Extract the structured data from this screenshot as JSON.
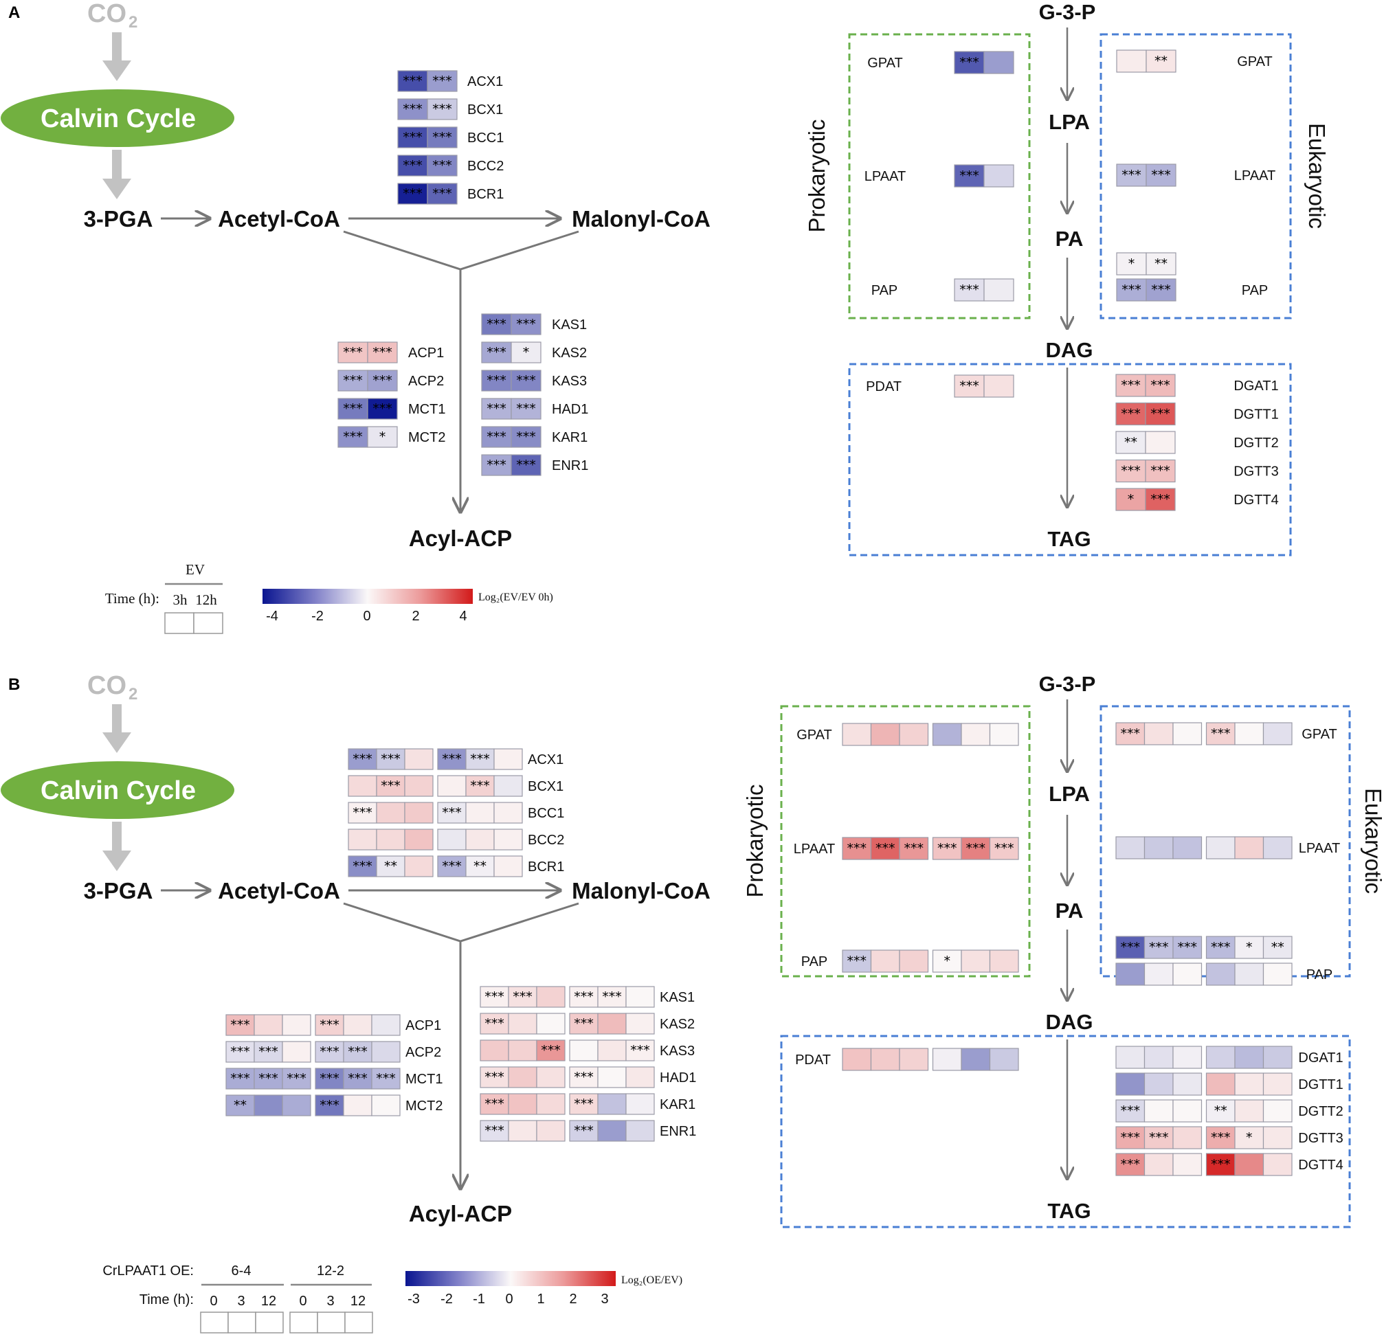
{
  "panels": [
    {
      "letter": "A",
      "co2": "CO",
      "co2_sub": "2",
      "calvin": "Calvin Cycle",
      "pga": "3-PGA",
      "acetyl": "Acetyl-CoA",
      "malonyl": "Malonyl-CoA",
      "acyl": "Acyl-ACP",
      "g3p": "G-3-P",
      "lpa": "LPA",
      "pa": "PA",
      "dag": "DAG",
      "tag": "TAG",
      "prokaryotic": "Prokaryotic",
      "eukaryotic": "Eukaryotic",
      "legend": {
        "group_label": "EV",
        "time_label": "Time (h):",
        "time_ticks": [
          "3h",
          "12h"
        ],
        "scale_label": "Log₂(EV/EV 0h)",
        "scale_ticks": [
          "-4",
          "-2",
          "0",
          "2",
          "4"
        ],
        "scale_range": [
          -4,
          4
        ]
      },
      "heatmaps": {
        "acetyl_group": [
          {
            "gene": "ACX1",
            "v": [
              -3.0,
              -1.6
            ],
            "s": [
              "***",
              "***"
            ]
          },
          {
            "gene": "BCX1",
            "v": [
              -1.8,
              -0.8
            ],
            "s": [
              "***",
              "***"
            ]
          },
          {
            "gene": "BCC1",
            "v": [
              -3.0,
              -2.2
            ],
            "s": [
              "***",
              "***"
            ]
          },
          {
            "gene": "BCC2",
            "v": [
              -3.0,
              -2.0
            ],
            "s": [
              "***",
              "***"
            ]
          },
          {
            "gene": "BCR1",
            "v": [
              -3.8,
              -2.6
            ],
            "s": [
              "***",
              "***"
            ]
          }
        ],
        "acp_group": [
          {
            "gene": "ACP1",
            "v": [
              0.9,
              1.0
            ],
            "s": [
              "***",
              "***"
            ]
          },
          {
            "gene": "ACP2",
            "v": [
              -1.3,
              -1.5
            ],
            "s": [
              "***",
              "***"
            ]
          },
          {
            "gene": "MCT1",
            "v": [
              -2.2,
              -3.9
            ],
            "s": [
              "***",
              "***"
            ]
          },
          {
            "gene": "MCT2",
            "v": [
              -1.8,
              -0.3
            ],
            "s": [
              "***",
              "*"
            ]
          }
        ],
        "kas_group": [
          {
            "gene": "KAS1",
            "v": [
              -2.2,
              -1.8
            ],
            "s": [
              "***",
              "***"
            ]
          },
          {
            "gene": "KAS2",
            "v": [
              -1.4,
              -0.2
            ],
            "s": [
              "***",
              "*"
            ]
          },
          {
            "gene": "KAS3",
            "v": [
              -2.0,
              -2.0
            ],
            "s": [
              "***",
              "***"
            ]
          },
          {
            "gene": "HAD1",
            "v": [
              -1.2,
              -1.2
            ],
            "s": [
              "***",
              "***"
            ]
          },
          {
            "gene": "KAR1",
            "v": [
              -1.7,
              -1.9
            ],
            "s": [
              "***",
              "***"
            ]
          },
          {
            "gene": "ENR1",
            "v": [
              -1.4,
              -2.6
            ],
            "s": [
              "***",
              "***"
            ]
          }
        ],
        "prok_gpat": {
          "gene": "GPAT",
          "v": [
            -2.8,
            -1.6
          ],
          "s": [
            "***",
            ""
          ]
        },
        "prok_lpaat": {
          "gene": "LPAAT",
          "v": [
            -2.6,
            -0.6
          ],
          "s": [
            "***",
            ""
          ]
        },
        "prok_pap": {
          "gene": "PAP",
          "v": [
            -0.4,
            -0.2
          ],
          "s": [
            "***",
            ""
          ]
        },
        "prok_pdat": {
          "gene": "PDAT",
          "v": [
            0.5,
            0.4
          ],
          "s": [
            "***",
            ""
          ]
        },
        "euk_gpat": {
          "gene": "GPAT",
          "v": [
            0.2,
            0.3
          ],
          "s": [
            "",
            "**"
          ]
        },
        "euk_lpaat": {
          "gene": "LPAAT",
          "v": [
            -1.0,
            -1.2
          ],
          "s": [
            "***",
            "***"
          ]
        },
        "euk_pap_a": {
          "v": [
            -0.1,
            -0.1
          ],
          "s": [
            "*",
            "**"
          ]
        },
        "euk_pap_b": {
          "gene": "PAP",
          "v": [
            -1.3,
            -1.5
          ],
          "s": [
            "***",
            "***"
          ]
        },
        "dgat": [
          {
            "gene": "DGAT1",
            "v": [
              1.0,
              1.1
            ],
            "s": [
              "***",
              "***"
            ]
          },
          {
            "gene": "DGTT1",
            "v": [
              2.6,
              2.9
            ],
            "s": [
              "***",
              "***"
            ]
          },
          {
            "gene": "DGTT2",
            "v": [
              -0.2,
              0.1
            ],
            "s": [
              "**",
              ""
            ]
          },
          {
            "gene": "DGTT3",
            "v": [
              0.9,
              1.0
            ],
            "s": [
              "***",
              "***"
            ]
          },
          {
            "gene": "DGTT4",
            "v": [
              1.5,
              2.7
            ],
            "s": [
              "*",
              "***"
            ]
          }
        ]
      }
    },
    {
      "letter": "B",
      "co2": "CO",
      "co2_sub": "2",
      "calvin": "Calvin Cycle",
      "pga": "3-PGA",
      "acetyl": "Acetyl-CoA",
      "malonyl": "Malonyl-CoA",
      "acyl": "Acyl-ACP",
      "g3p": "G-3-P",
      "lpa": "LPA",
      "pa": "PA",
      "dag": "DAG",
      "tag": "TAG",
      "prokaryotic": "Prokaryotic",
      "eukaryotic": "Eukaryotic",
      "legend": {
        "group_title": "CrLPAAT1 OE:",
        "groups": [
          "6-4",
          "12-2"
        ],
        "time_label": "Time (h):",
        "time_ticks": [
          "0",
          "3",
          "12",
          "0",
          "3",
          "12"
        ],
        "scale_label": "Log₂(OE/EV)",
        "scale_ticks": [
          "-3",
          "-2",
          "-1",
          "0",
          "1",
          "2",
          "3"
        ],
        "scale_range": [
          -3,
          3
        ]
      },
      "heatmaps": {
        "acetyl_group": [
          {
            "gene": "ACX1",
            "v": [
              -1.2,
              -0.6,
              0.3,
              -1.3,
              -0.4,
              0.1
            ],
            "s": [
              "***",
              "***",
              "",
              "***",
              "***",
              ""
            ]
          },
          {
            "gene": "BCX1",
            "v": [
              0.4,
              0.6,
              0.5,
              0.1,
              0.5,
              -0.2
            ],
            "s": [
              "",
              "***",
              "",
              "",
              "***",
              ""
            ]
          },
          {
            "gene": "BCC1",
            "v": [
              0.1,
              0.5,
              0.6,
              -0.2,
              0.1,
              0.1
            ],
            "s": [
              "***",
              "",
              "",
              "***",
              "",
              ""
            ]
          },
          {
            "gene": "BCC2",
            "v": [
              0.3,
              0.4,
              0.7,
              -0.2,
              0.2,
              0.1
            ],
            "s": [
              "",
              "",
              "",
              "",
              "",
              ""
            ]
          },
          {
            "gene": "BCR1",
            "v": [
              -1.4,
              -0.2,
              0.4,
              -0.9,
              -0.1,
              0.1
            ],
            "s": [
              "***",
              "**",
              "",
              "***",
              "**",
              ""
            ]
          }
        ],
        "acp_group": [
          {
            "gene": "ACP1",
            "v": [
              0.8,
              0.4,
              0.1,
              0.5,
              0.2,
              -0.2
            ],
            "s": [
              "***",
              "",
              "",
              "***",
              "",
              ""
            ]
          },
          {
            "gene": "ACP2",
            "v": [
              -0.3,
              -0.4,
              0.1,
              -0.5,
              -0.6,
              -0.4
            ],
            "s": [
              "***",
              "***",
              "",
              "***",
              "***",
              ""
            ]
          },
          {
            "gene": "MCT1",
            "v": [
              -1.0,
              -1.0,
              -0.9,
              -1.5,
              -1.1,
              -0.8
            ],
            "s": [
              "***",
              "***",
              "***",
              "***",
              "***",
              "***"
            ]
          },
          {
            "gene": "MCT2",
            "v": [
              -1.0,
              -1.4,
              -1.0,
              -1.7,
              0.1,
              0.0
            ],
            "s": [
              "**",
              "",
              "",
              "***",
              "",
              ""
            ]
          }
        ],
        "kas_group": [
          {
            "gene": "KAS1",
            "v": [
              0.1,
              0.3,
              0.5,
              0.1,
              0.1,
              0.0
            ],
            "s": [
              "***",
              "***",
              "",
              "***",
              "***",
              ""
            ]
          },
          {
            "gene": "KAS2",
            "v": [
              0.4,
              0.3,
              0.0,
              0.6,
              0.8,
              0.1
            ],
            "s": [
              "***",
              "",
              "",
              "***",
              "",
              ""
            ]
          },
          {
            "gene": "KAS3",
            "v": [
              0.6,
              0.5,
              1.3,
              0.0,
              0.2,
              0.1
            ],
            "s": [
              "",
              "",
              "***",
              "",
              "",
              "***"
            ]
          },
          {
            "gene": "HAD1",
            "v": [
              0.3,
              0.6,
              0.3,
              0.1,
              0.0,
              0.2
            ],
            "s": [
              "***",
              "",
              "",
              "***",
              "",
              ""
            ]
          },
          {
            "gene": "KAR1",
            "v": [
              0.7,
              0.7,
              0.4,
              0.4,
              -0.7,
              -0.1
            ],
            "s": [
              "***",
              "",
              "",
              "***",
              "",
              ""
            ]
          },
          {
            "gene": "ENR1",
            "v": [
              -0.3,
              0.2,
              0.3,
              -0.5,
              -1.2,
              -0.4
            ],
            "s": [
              "***",
              "",
              "",
              "***",
              "",
              ""
            ]
          }
        ],
        "prok_gpat": {
          "gene": "GPAT",
          "v": [
            0.3,
            0.9,
            0.5,
            -0.9,
            0.1,
            0.0
          ],
          "s": [
            "",
            "",
            "",
            "",
            "",
            ""
          ]
        },
        "prok_lpaat": {
          "gene": "LPAAT",
          "v": [
            1.4,
            2.0,
            1.3,
            0.7,
            1.6,
            0.6
          ],
          "s": [
            "***",
            "***",
            "***",
            "***",
            "***",
            "***"
          ]
        },
        "prok_pap": {
          "gene": "PAP",
          "v": [
            -0.6,
            0.4,
            0.5,
            0.0,
            0.3,
            0.4
          ],
          "s": [
            "***",
            "",
            "",
            "*",
            "",
            ""
          ]
        },
        "prok_pdat": {
          "gene": "PDAT",
          "v": [
            0.7,
            0.6,
            0.5,
            -0.1,
            -1.2,
            -0.6
          ],
          "s": [
            "",
            "",
            "",
            "",
            "",
            ""
          ]
        },
        "euk_gpat": {
          "gene": "GPAT",
          "v": [
            0.6,
            0.3,
            0.0,
            0.5,
            0.0,
            -0.3
          ],
          "s": [
            "***",
            "",
            "",
            "***",
            "",
            ""
          ]
        },
        "euk_lpaat": {
          "gene": "LPAAT",
          "v": [
            -0.4,
            -0.6,
            -0.7,
            -0.2,
            0.5,
            -0.4
          ],
          "s": [
            "",
            "",
            "",
            "",
            "",
            ""
          ]
        },
        "euk_pap_a": {
          "v": [
            -2.0,
            -0.7,
            -0.8,
            -0.8,
            -0.1,
            -0.2
          ],
          "s": [
            "***",
            "***",
            "***",
            "***",
            "*",
            "**"
          ]
        },
        "euk_pap_b": {
          "gene": "PAP",
          "v": [
            -1.2,
            -0.1,
            0.0,
            -0.7,
            -0.2,
            0.0
          ],
          "s": [
            "",
            "",
            "",
            "",
            "",
            ""
          ]
        },
        "dgat": [
          {
            "gene": "DGAT1",
            "v": [
              -0.2,
              -0.3,
              -0.1,
              -0.5,
              -0.8,
              -0.6
            ],
            "s": [
              "",
              "",
              "",
              "",
              "",
              ""
            ]
          },
          {
            "gene": "DGTT1",
            "v": [
              -1.3,
              -0.5,
              -0.2,
              0.8,
              0.2,
              0.2
            ],
            "s": [
              "",
              "",
              "",
              "",
              "",
              ""
            ]
          },
          {
            "gene": "DGTT2",
            "v": [
              -0.4,
              0.0,
              0.0,
              -0.1,
              0.2,
              0.0
            ],
            "s": [
              "***",
              "",
              "",
              "**",
              "",
              ""
            ]
          },
          {
            "gene": "DGTT3",
            "v": [
              1.0,
              0.6,
              0.4,
              1.0,
              0.2,
              0.2
            ],
            "s": [
              "***",
              "***",
              "",
              "***",
              "*",
              ""
            ]
          },
          {
            "gene": "DGTT4",
            "v": [
              1.4,
              0.3,
              0.1,
              2.8,
              1.5,
              0.3
            ],
            "s": [
              "***",
              "",
              "",
              "***",
              "",
              ""
            ]
          }
        ]
      }
    }
  ]
}
